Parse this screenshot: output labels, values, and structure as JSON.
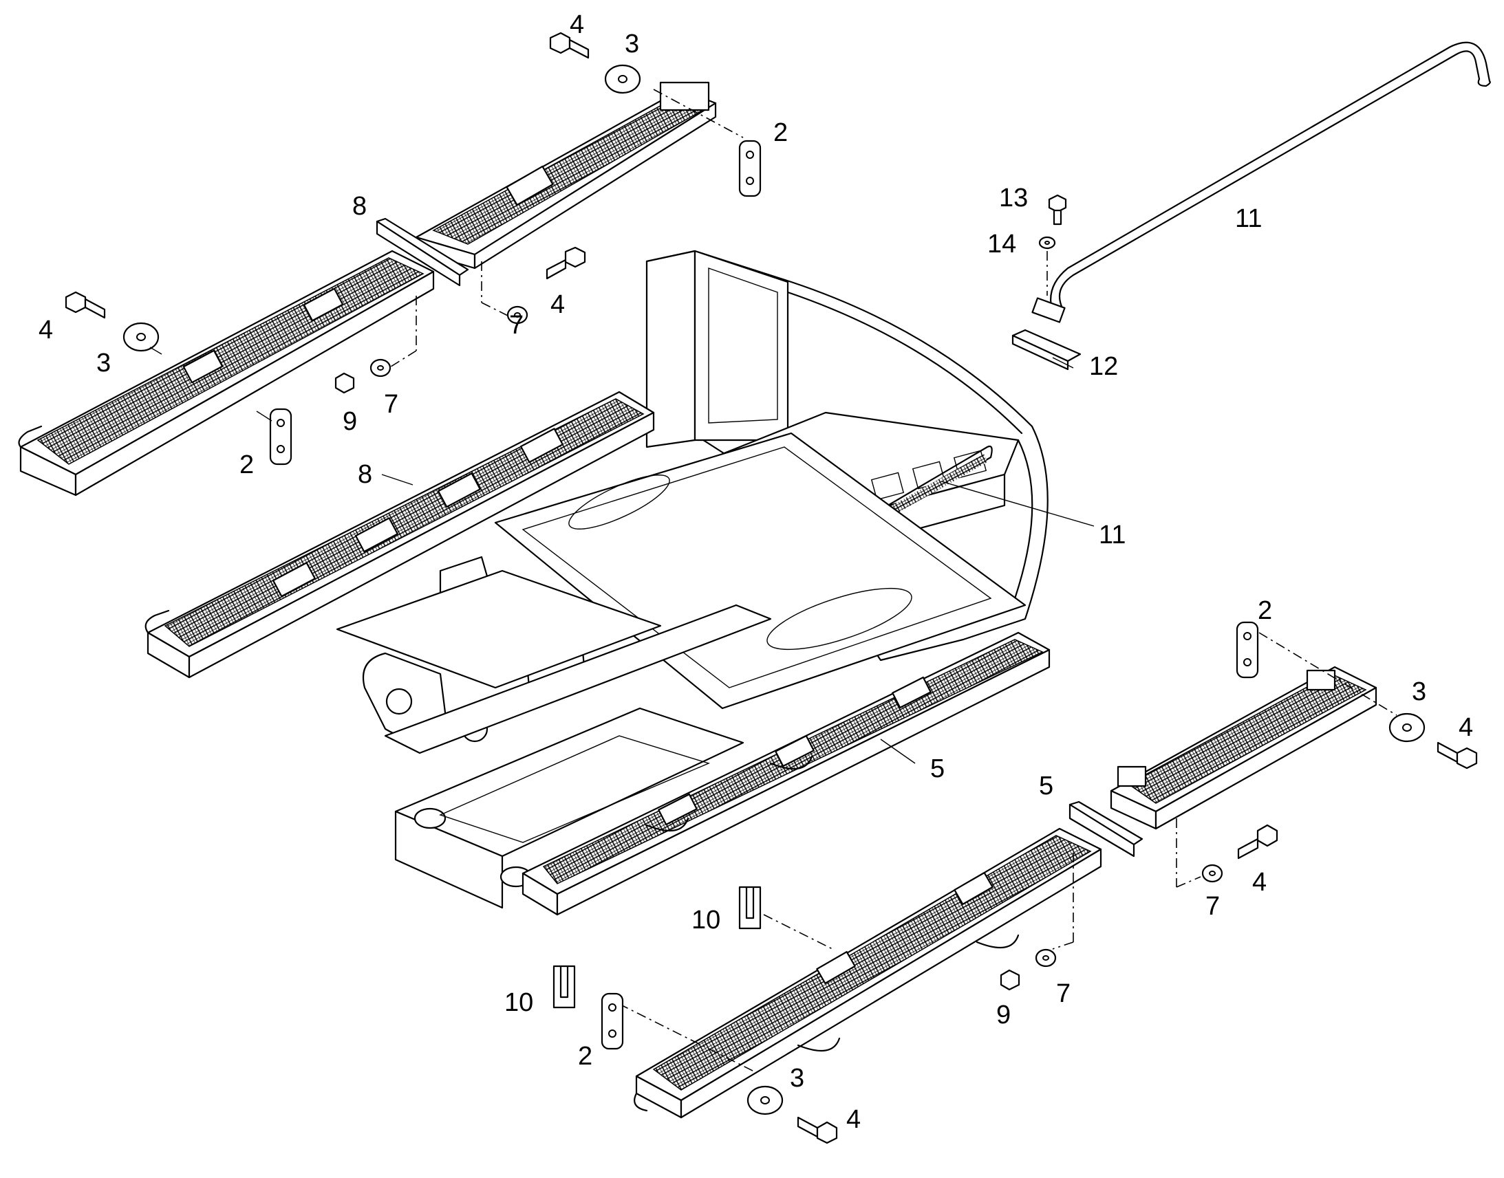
{
  "callouts": {
    "c_4_top": "4",
    "c_3_top": "3",
    "c_2_topright": "2",
    "c_8_top": "8",
    "c_4_left": "4",
    "c_3_left": "3",
    "c_7_topmid": "7",
    "c_4_topmid": "4",
    "c_9_left": "9",
    "c_7_left": "7",
    "c_2_left": "2",
    "c_8_mid": "8",
    "c_13": "13",
    "c_14": "14",
    "c_11_top": "11",
    "c_12": "12",
    "c_11_mid": "11",
    "c_2_right": "2",
    "c_3_right": "3",
    "c_4_right": "4",
    "c_5_mid": "5",
    "c_5_right": "5",
    "c_4_right_low": "4",
    "c_7_right": "7",
    "c_10_upper": "10",
    "c_10_lower": "10",
    "c_9_bottom": "9",
    "c_7_bottom": "7",
    "c_2_bottom": "2",
    "c_3_bottom": "3",
    "c_4_bottom": "4"
  }
}
